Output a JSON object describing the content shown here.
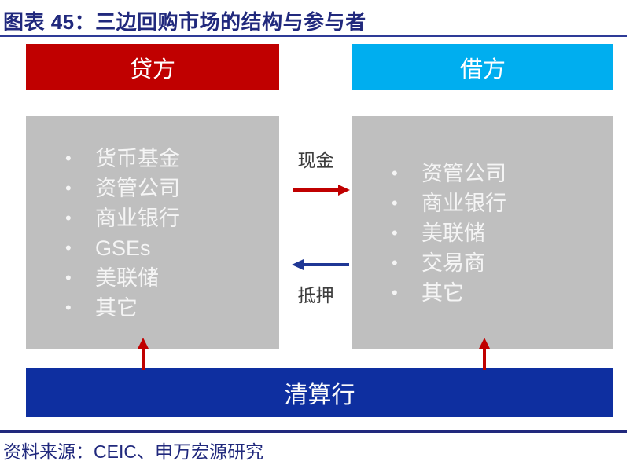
{
  "title": "图表 45：三边回购市场的结构与参与者",
  "diagram": {
    "lender": {
      "label": "贷方",
      "items": [
        "货币基金",
        "资管公司",
        "商业银行",
        "GSEs",
        "美联储",
        "其它"
      ]
    },
    "borrower": {
      "label": "借方",
      "items": [
        "资管公司",
        "商业银行",
        "美联储",
        "交易商",
        "其它"
      ]
    },
    "flows": {
      "cash_label": "现金",
      "collateral_label": "抵押"
    },
    "clearing_bank": {
      "label": "清算行"
    }
  },
  "footer": {
    "source": "资料来源：CEIC、申万宏源研究"
  },
  "colors": {
    "lender_header": "#c00000",
    "borrower_header": "#00aeef",
    "party_box": "#bfbfbf",
    "clearing_bank": "#0e2fa0",
    "cash_arrow": "#c00000",
    "collateral_arrow": "#1f3795",
    "title_navy": "#21297d"
  }
}
